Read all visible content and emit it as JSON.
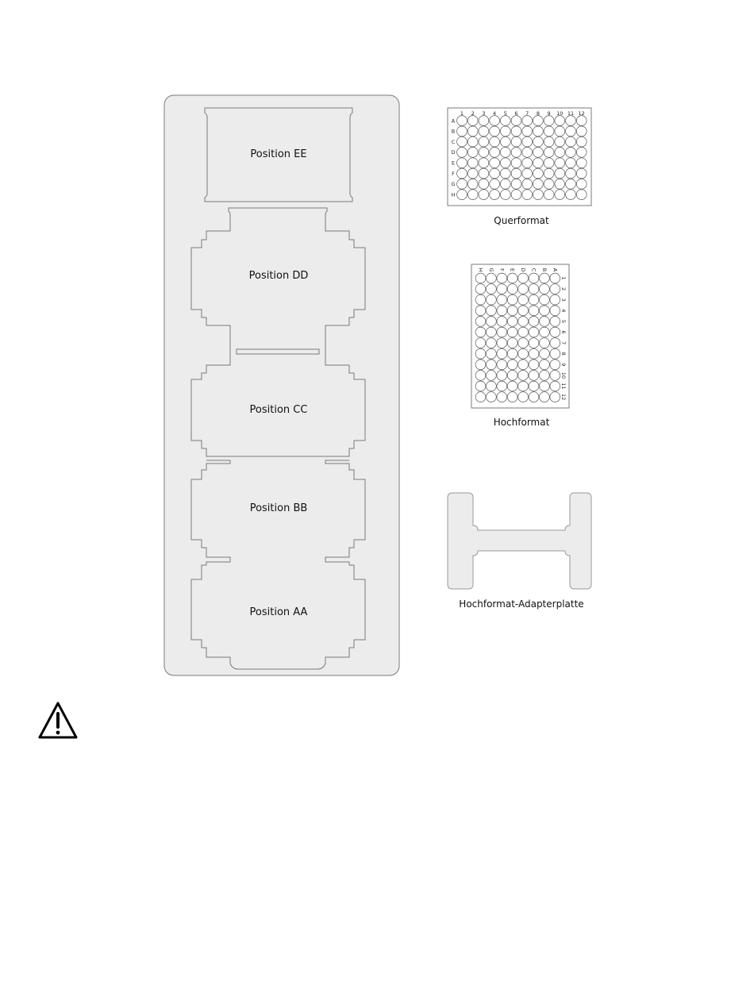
{
  "tray": {
    "positions": [
      {
        "id": "EE",
        "label": "Position EE"
      },
      {
        "id": "DD",
        "label": "Position DD"
      },
      {
        "id": "CC",
        "label": "Position CC"
      },
      {
        "id": "BB",
        "label": "Position BB"
      },
      {
        "id": "AA",
        "label": "Position AA"
      }
    ]
  },
  "plates": {
    "landscape": {
      "caption": "Querformat",
      "columns": [
        "1",
        "2",
        "3",
        "4",
        "5",
        "6",
        "7",
        "8",
        "9",
        "10",
        "11",
        "12"
      ],
      "rows": [
        "A",
        "B",
        "C",
        "D",
        "E",
        "F",
        "G",
        "H"
      ]
    },
    "portrait": {
      "caption": "Hochformat",
      "columns": [
        "H",
        "G",
        "F",
        "E",
        "D",
        "C",
        "B",
        "A"
      ],
      "rows": [
        "1",
        "2",
        "3",
        "4",
        "5",
        "6",
        "7",
        "8",
        "9",
        "10",
        "11",
        "12"
      ]
    },
    "adapter": {
      "caption": "Hochformat-Adapterplatte"
    }
  },
  "colors": {
    "tray_fill": "#ececec",
    "outline": "#7a7a7a",
    "text": "#111111",
    "warning": "#000000"
  },
  "warning": {
    "icon": "warning-triangle-icon"
  }
}
